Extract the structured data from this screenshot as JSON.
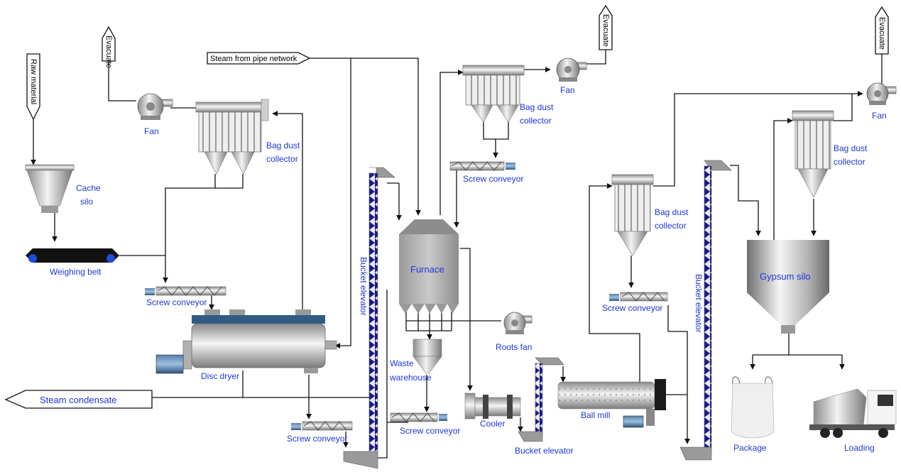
{
  "flags": {
    "raw_material": "Raw material",
    "evacuate_1": "Evacuate",
    "evacuate_2": "Evacuate",
    "evacuate_3": "Evacuate",
    "steam_in": "Steam from pipe network",
    "steam_out": "Steam condensate"
  },
  "labels": {
    "fan_1": "Fan",
    "fan_2": "Fan",
    "fan_3": "Fan",
    "bag_1_l1": "Bag dust",
    "bag_1_l2": "collector",
    "bag_2_l1": "Bag dust",
    "bag_2_l2": "collector",
    "bag_3_l1": "Bag dust",
    "bag_3_l2": "collector",
    "bag_4_l1": "Bag dust",
    "bag_4_l2": "collector",
    "cache_l1": "Cache",
    "cache_l2": "silo",
    "weighing_belt": "Weighing belt",
    "screw_1": "Screw conveyor",
    "screw_2": "Screw conveyor",
    "screw_3": "Screw conveyor",
    "screw_4": "Screw conveyor",
    "screw_5": "Screw conveyor",
    "disc_dryer": "Disc dryer",
    "bucket_elevator_1": "Bucket elevator",
    "bucket_elevator_2": "Bucket elevator",
    "bucket_elevator_3": "Bucket elevator",
    "furnace": "Furnace",
    "waste_l1": "Waste",
    "waste_l2": "warehouse",
    "roots_fan": "Roots  fan",
    "cooler": "Cooler",
    "ball_mill": "Ball mill",
    "gypsum_silo": "Gypsum silo",
    "package": "Package",
    "loading": "Loading"
  },
  "colors": {
    "label_blue": "#1f35d8",
    "elevator_blue": "#1a1a8c",
    "metal": "#b8b8b8"
  }
}
